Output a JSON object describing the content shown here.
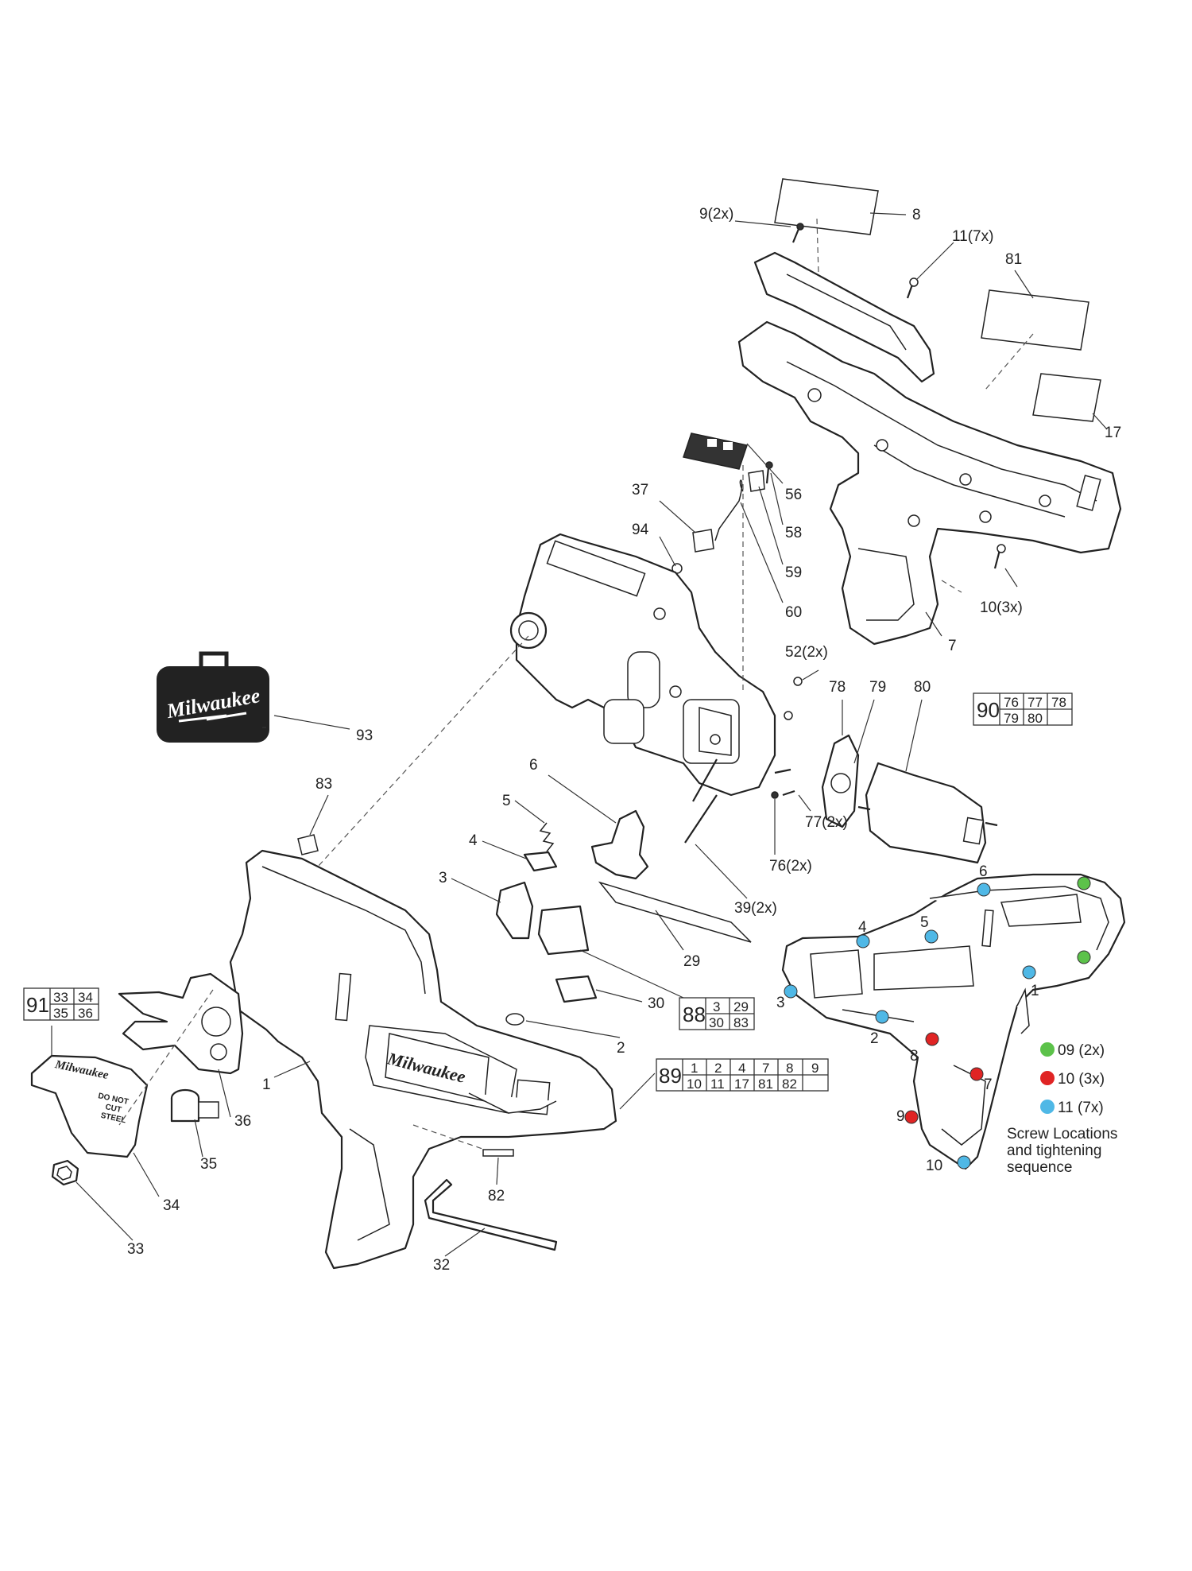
{
  "brand_logo_text": "Milwaukee",
  "callouts": {
    "c8": "8",
    "c9_2x": "9(2x)",
    "c11_7x": "11(7x)",
    "c81": "81",
    "c17": "17",
    "c56": "56",
    "c58": "58",
    "c59": "59",
    "c60": "60",
    "c37": "37",
    "c94": "94",
    "c10_3x": "10(3x)",
    "c7": "7",
    "c52_2x": "52(2x)",
    "c78": "78",
    "c79": "79",
    "c80": "80",
    "c77_2x": "77(2x)",
    "c76_2x": "76(2x)",
    "c39_2x": "39(2x)",
    "c93": "93",
    "c83": "83",
    "c6": "6",
    "c5": "5",
    "c4": "4",
    "c3": "3",
    "c29": "29",
    "c30": "30",
    "c2": "2",
    "c1": "1",
    "c36": "36",
    "c35": "35",
    "c34": "34",
    "c33": "33",
    "c82": "82",
    "c32": "32"
  },
  "kits": {
    "k90": {
      "id": "90",
      "cells": [
        "76",
        "77",
        "78",
        "79",
        "80",
        ""
      ]
    },
    "k88": {
      "id": "88",
      "cells": [
        "3",
        "29",
        "30",
        "83"
      ]
    },
    "k91": {
      "id": "91",
      "cells": [
        "33",
        "34",
        "35",
        "36"
      ]
    },
    "k89": {
      "id": "89",
      "cells": [
        "1",
        "2",
        "4",
        "7",
        "8",
        "9",
        "10",
        "11",
        "17",
        "81",
        "82",
        ""
      ]
    }
  },
  "screw_map": {
    "numbers": [
      "6",
      "4",
      "5",
      "3",
      "1",
      "2",
      "8",
      "7",
      "9",
      "10"
    ],
    "legend": [
      {
        "label": "09 (2x)",
        "color": "#5cc24a"
      },
      {
        "label": "10 (3x)",
        "color": "#e02424"
      },
      {
        "label": "11 (7x)",
        "color": "#4fb8e6"
      }
    ],
    "caption": [
      "Screw Locations",
      "and tightening",
      "sequence"
    ]
  },
  "decals": {
    "blade_brand": "Milwaukee",
    "blade_warning": [
      "DO NOT",
      "CUT",
      "STEEL"
    ],
    "housing_brand": "Milwaukee"
  }
}
